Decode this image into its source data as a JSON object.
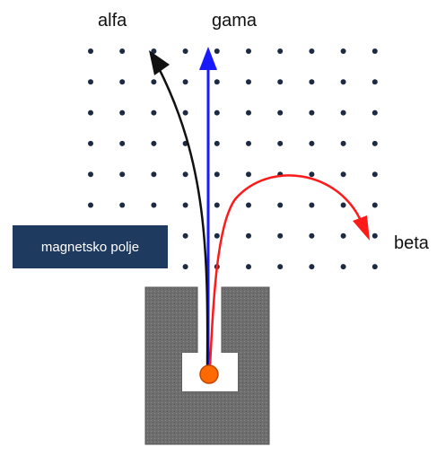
{
  "labels": {
    "alpha": "alfa",
    "gamma": "gama",
    "beta": "beta",
    "field": "magnetsko polje"
  },
  "colors": {
    "alpha_track": "#111111",
    "gamma_track": "#1a1aff",
    "beta_track": "#ff1a1a",
    "dots": "#1c2a44",
    "lead_block": "#6e6e6e",
    "source": "#ff6a00",
    "field_box": "#1f3a5f"
  },
  "field_dots": {
    "rows": 8,
    "cols": 10
  }
}
